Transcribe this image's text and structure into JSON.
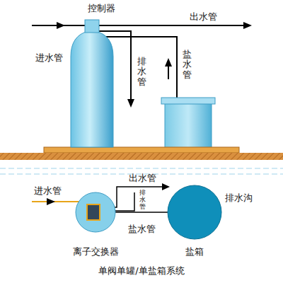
{
  "diagram": {
    "caption": "单阀单罐/单盐箱系统",
    "nodes": [
      {
        "text": [
          "控制器"
        ]
      },
      {
        "text": [
          "离子交换器"
        ]
      },
      {
        "text": [
          "盐箱"
        ]
      }
    ],
    "edges": [
      {
        "from": 1,
        "to": 2,
        "label": "盐水管",
        "arrow": "none"
      }
    ],
    "labels": [
      "进水管",
      "出水管",
      "排水管",
      "盐水管",
      "进水管",
      "出水管",
      "排水管",
      "排水沟"
    ]
  }
}
